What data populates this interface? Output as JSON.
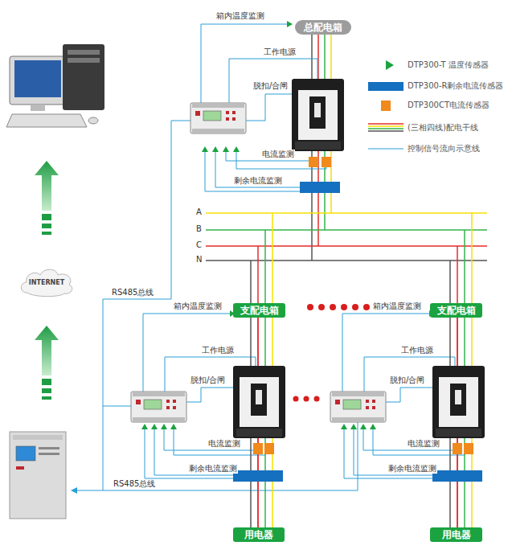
{
  "diagram": {
    "nodes": [
      {
        "text": [
          "总配电箱"
        ]
      },
      {
        "text": [
          "支配电箱"
        ]
      },
      {
        "text": [
          "支配电箱"
        ]
      },
      {
        "text": [
          "用电器"
        ]
      },
      {
        "text": [
          "用电器"
        ]
      },
      {
        "text": [
          "INTERNET"
        ]
      }
    ],
    "edges": [
      {
        "from": 1,
        "to": 3,
        "arrow": "none"
      },
      {
        "from": 2,
        "to": 4,
        "arrow": "none"
      }
    ],
    "labels": [
      "箱内温度监测",
      "工作电源",
      "脱扣/合闸",
      "电流监测",
      "剩余电流监测",
      "A",
      "B",
      "C",
      "N",
      "RS485总线",
      "箱内温度监测",
      "工作电源",
      "脱扣/合闸",
      "电流监测",
      "剩余电流监测",
      "箱内温度监测",
      "工作电源",
      "脱扣/合闸",
      "电流监测",
      "剩余电流监测",
      "RS485总线"
    ],
    "legend": [
      {
        "text": "DTP300-T 温度传感器"
      },
      {
        "text": "DTP300-R剩余电流传感器",
        "color": "#1570c0"
      },
      {
        "text": "DTP300CT电流传感器",
        "color": "#f08a1c"
      },
      {
        "text": "(三相四线)配电干线"
      },
      {
        "text": "控制信号流向示意线"
      }
    ]
  }
}
